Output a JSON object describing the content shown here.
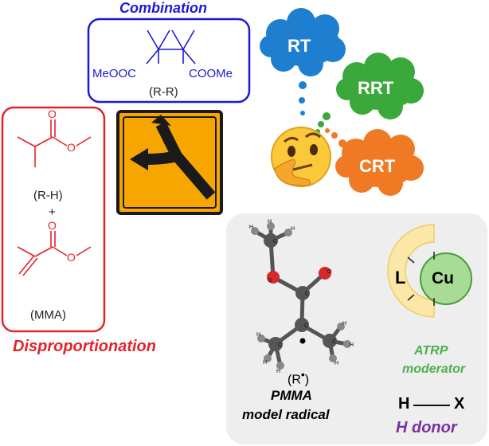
{
  "combination": {
    "title": "Combination",
    "left_group": "MeOOC",
    "right_group": "COOMe",
    "label": "(R-R)",
    "color": "#1a1ad6"
  },
  "disproportionation": {
    "title": "Disproportionation",
    "product1_label": "(R-H)",
    "plus": "+",
    "product2_label": "(MMA)",
    "color": "#e3242b"
  },
  "clouds": {
    "rt": {
      "label": "RT",
      "color": "#1e7fd0"
    },
    "rrt": {
      "label": "RRT",
      "color": "#3aa83a"
    },
    "crt": {
      "label": "CRT",
      "color": "#f07a24"
    }
  },
  "thinking_emoji": "thinking-face",
  "road_sign": "fork-arrow-sign",
  "model_panel": {
    "radical_label_prefix": "(R",
    "radical_label_suffix": ")",
    "title": "PMMA",
    "subtitle": "model radical",
    "metal_ligand": "L",
    "metal": "Cu",
    "moderator_line1": "ATRP",
    "moderator_line2": "moderator",
    "moderator_color": "#4caf50",
    "h_atom": "H",
    "x_atom": "X",
    "h_donor": "H donor",
    "h_donor_color": "#7b2fa6"
  }
}
